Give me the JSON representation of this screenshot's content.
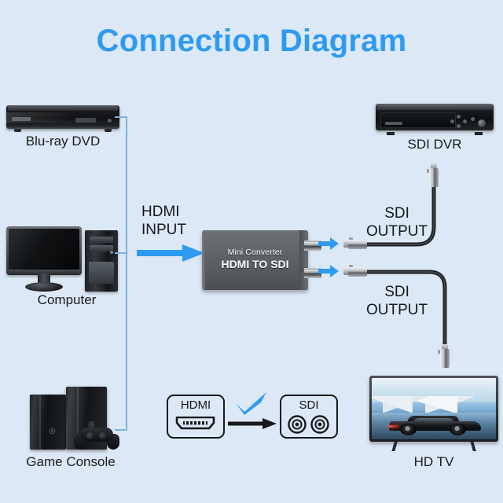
{
  "page": {
    "title": "Connection Diagram",
    "background_color": "#dce8f5",
    "title_color": "#2e9bf0",
    "accent_blue": "#2e9bf0",
    "bracket_color": "#79b4d8"
  },
  "sources": [
    {
      "id": "bluray",
      "label": "Blu-ray DVD",
      "icon": "bluray-player-icon"
    },
    {
      "id": "computer",
      "label": "Computer",
      "icon": "desktop-computer-icon"
    },
    {
      "id": "console",
      "label": "Game Console",
      "icon": "game-console-icon"
    }
  ],
  "input": {
    "label_line1": "HDMI",
    "label_line2": "INPUT",
    "arrow": "right-arrow-icon"
  },
  "converter": {
    "model_line1": "Mini Converter",
    "model_line2": "HDMI TO SDI",
    "ports": [
      {
        "name": "sdi-out-1",
        "type": "BNC"
      },
      {
        "name": "sdi-out-2",
        "type": "BNC"
      }
    ]
  },
  "outputs": [
    {
      "id": "sdi-output-top",
      "label_line1": "SDI",
      "label_line2": "OUTPUT",
      "destination": "SDI DVR"
    },
    {
      "id": "sdi-output-bottom",
      "label_line1": "SDI",
      "label_line2": "OUTPUT",
      "destination": "HD TV"
    }
  ],
  "destinations": [
    {
      "id": "dvr",
      "label": "SDI DVR",
      "icon": "sdi-dvr-icon"
    },
    {
      "id": "tv",
      "label": "HD TV",
      "icon": "hd-tv-icon"
    }
  ],
  "legend": {
    "from_label": "HDMI",
    "from_icon": "hdmi-port-icon",
    "to_label": "SDI",
    "to_icon": "sdi-bnc-ports-icon",
    "arrow_icon": "right-arrow-icon",
    "check_icon": "blue-checkmark-icon",
    "check_color": "#2e9bf0"
  }
}
